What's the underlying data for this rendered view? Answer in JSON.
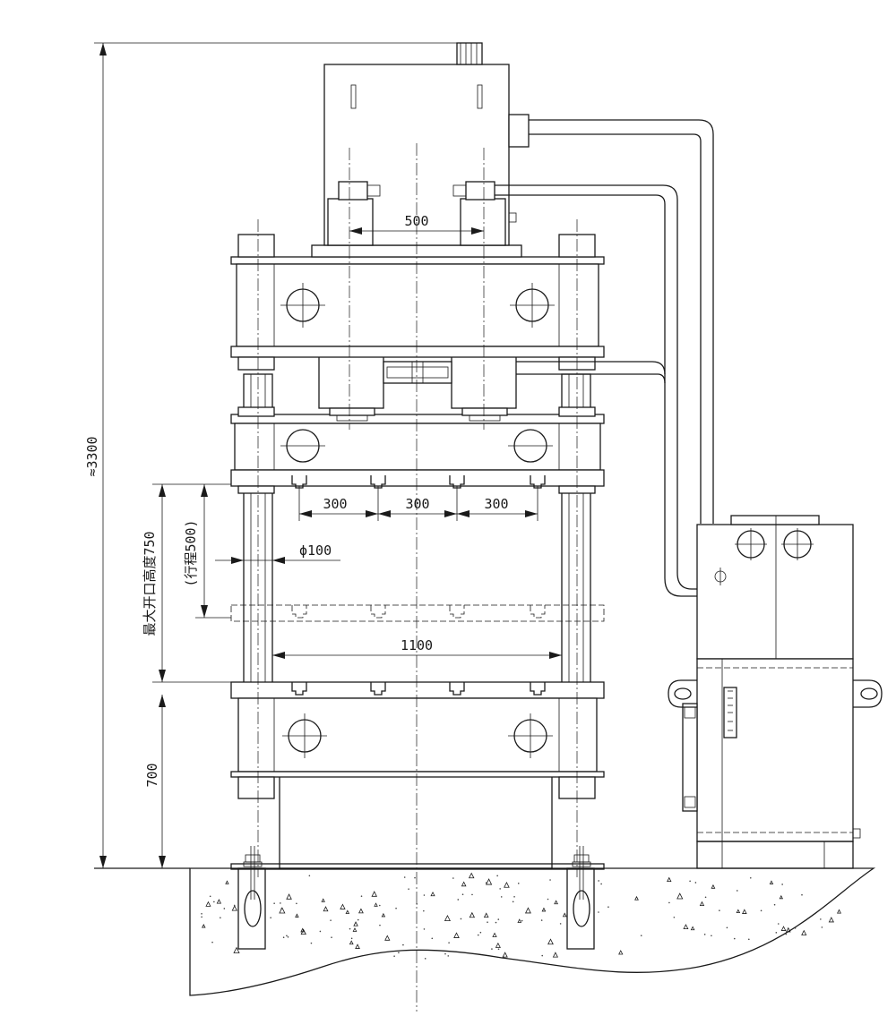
{
  "dimensions": {
    "total_height": "≈3300",
    "cylinder_spacing": "500",
    "slot_spacing_1": "300",
    "slot_spacing_2": "300",
    "slot_spacing_3": "300",
    "stroke": "(行程500)",
    "max_opening": "最大开口高度750",
    "column_diameter": "ϕ100",
    "column_spacing": "1100",
    "table_height": "700"
  }
}
